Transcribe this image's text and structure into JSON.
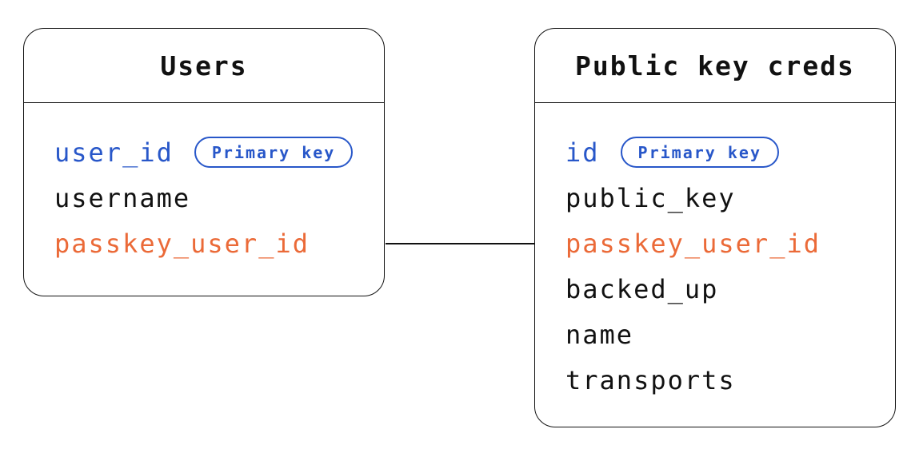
{
  "diagram": {
    "tables": [
      {
        "title": "Users",
        "fields": [
          {
            "name": "user_id",
            "badge": "Primary key"
          },
          {
            "name": "username"
          },
          {
            "name": "passkey_user_id"
          }
        ]
      },
      {
        "title": "Public key creds",
        "fields": [
          {
            "name": "id",
            "badge": "Primary key"
          },
          {
            "name": "public_key"
          },
          {
            "name": "passkey_user_id"
          },
          {
            "name": "backed_up"
          },
          {
            "name": "name"
          },
          {
            "name": "transports"
          }
        ]
      }
    ],
    "relationship": {
      "from": "Users.passkey_user_id",
      "to": "Public key creds.passkey_user_id"
    },
    "colors": {
      "primary_key_text": "#2857c9",
      "foreign_ref_text": "#eb6a38",
      "field_text": "#111111",
      "border": "#111111",
      "background": "#ffffff"
    }
  }
}
